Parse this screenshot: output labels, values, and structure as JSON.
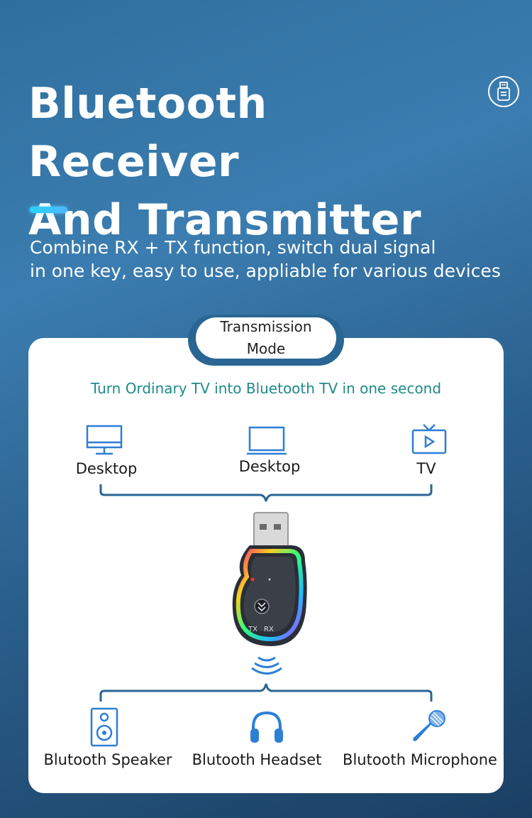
{
  "hero": {
    "title_line1": "Bluetooth Receiver",
    "title_line2": "And Transmitter",
    "subtitle_line1": "Combine RX + TX function, switch dual signal",
    "subtitle_line2": "in one key, easy to use, appliable for various devices"
  },
  "mode": {
    "line1": "Transmission",
    "line2": "Mode"
  },
  "tagline": "Turn Ordinary TV  into Bluetooth TV in one second",
  "sources": [
    {
      "label": "Desktop",
      "icon": "desktop-monitor-icon"
    },
    {
      "label": "Desktop",
      "icon": "laptop-icon"
    },
    {
      "label": "TV",
      "icon": "tv-icon"
    }
  ],
  "device": {
    "tx_label": "TX",
    "rx_label": "RX"
  },
  "targets": [
    {
      "label": "Blutooth Speaker",
      "icon": "speaker-icon"
    },
    {
      "label": "Blutooth Headset",
      "icon": "headset-icon"
    },
    {
      "label": "Blutooth Microphone",
      "icon": "microphone-icon"
    }
  ],
  "colors": {
    "accent_teal": "#1e8a88",
    "line_blue": "#2a6694",
    "icon_blue": "#2d7fd6"
  }
}
